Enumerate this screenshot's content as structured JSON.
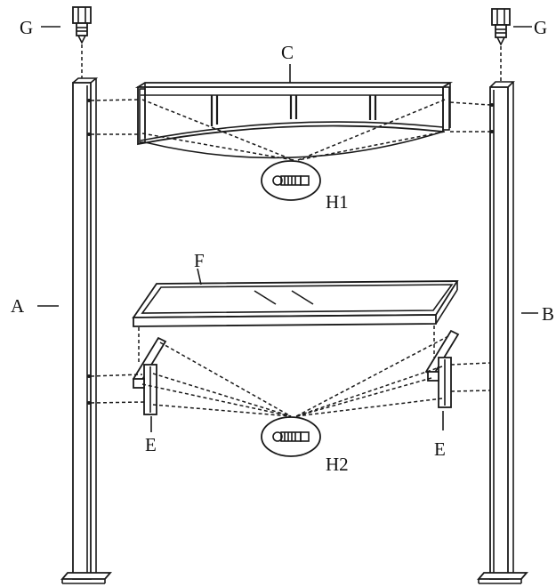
{
  "labels": {
    "post_left": "A",
    "post_right": "B",
    "top_beam": "C",
    "bracket_left": "E",
    "bracket_right": "E",
    "shelf": "F",
    "cap_left": "G",
    "cap_right": "G",
    "hardware_top": "H1",
    "hardware_bottom": "H2"
  }
}
